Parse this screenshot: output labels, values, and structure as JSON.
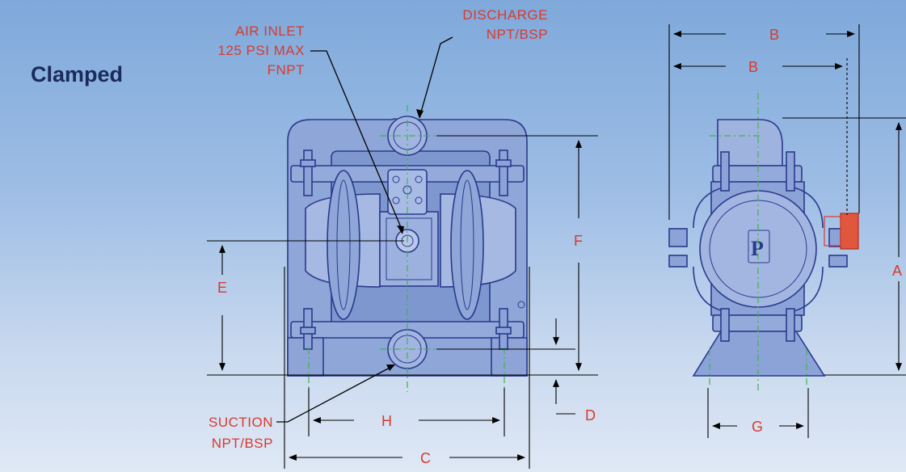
{
  "title": "Clamped",
  "callouts": {
    "air_inlet": [
      "AIR INLET",
      "125 PSI MAX",
      "FNPT"
    ],
    "discharge": [
      "DISCHARGE",
      "NPT/BSP"
    ],
    "suction": [
      "SUCTION",
      "NPT/BSP"
    ]
  },
  "dimensions": {
    "A": "A",
    "B_outer": "B",
    "B_inner": "B",
    "C": "C",
    "D": "D",
    "E": "E",
    "F": "F",
    "G": "G",
    "H": "H"
  },
  "colors": {
    "label_red": "#d83a2e",
    "pump_outline": "#2a3a8c",
    "pump_body": "#8fa6d8",
    "centerline_green": "#3fb54a"
  }
}
